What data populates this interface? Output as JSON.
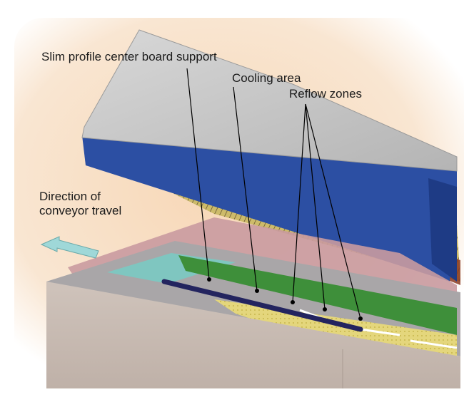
{
  "labels": {
    "board_support": "Slim profile center board support",
    "cooling_area": "Cooling area",
    "reflow_zones": "Reflow zones",
    "direction_line1": "Direction of",
    "direction_line2": "conveyor travel"
  },
  "colors": {
    "background_glow": "#f7dcc0",
    "lid_top": "#c9c9c9",
    "lid_blue": "#2c4fa3",
    "oven_body": "#c9bcb4",
    "heater_panel": "#e3d57a",
    "green_rail": "#3e8f3a",
    "conveyor_arrow": "#9fd8d8",
    "callout_line": "#000000"
  },
  "icons": [
    "direction-arrow-icon"
  ]
}
